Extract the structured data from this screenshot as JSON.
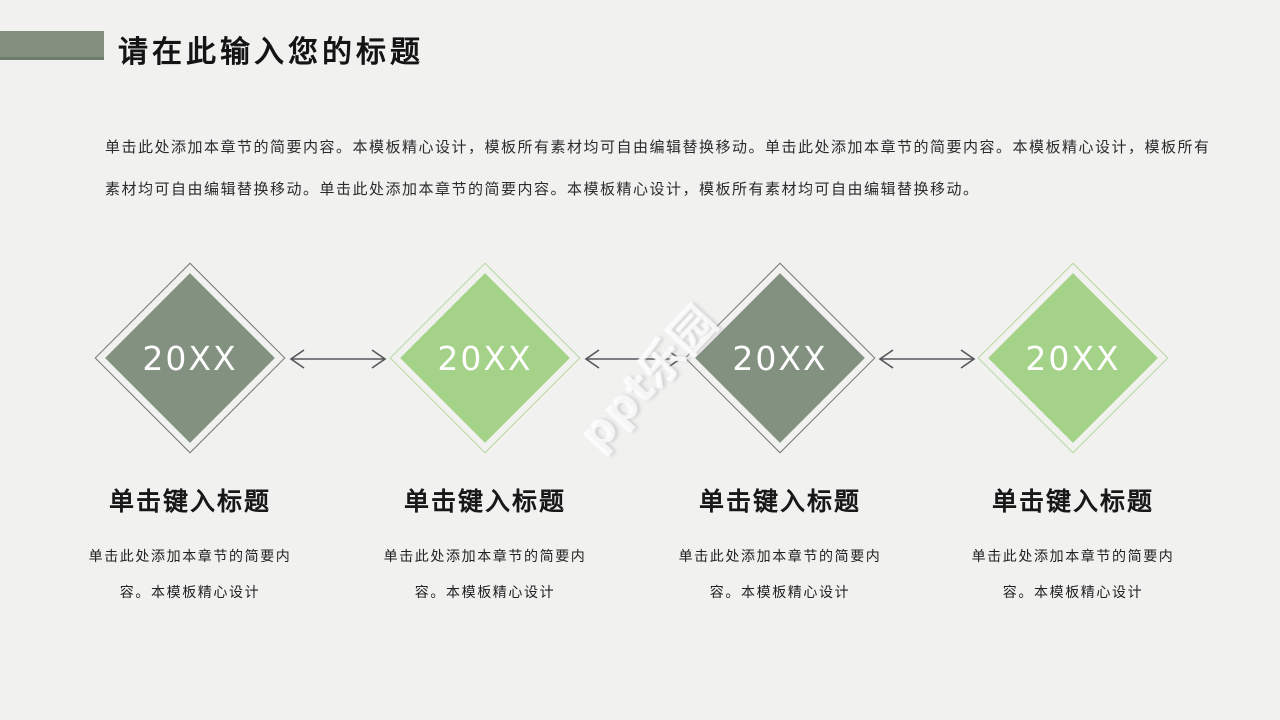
{
  "slide_title": "请在此输入您的标题",
  "intro_text": "单击此处添加本章节的简要内容。本模板精心设计，模板所有素材均可自由编辑替换移动。单击此处添加本章节的简要内容。本模板精心设计，模板所有素材均可自由编辑替换移动。单击此处添加本章节的简要内容。本模板精心设计，模板所有素材均可自由编辑替换移动。",
  "watermark_text": "ppt乐园",
  "milestones": [
    {
      "year": "20XX",
      "variant": "dark",
      "title": "单击键入标题",
      "desc": "单击此处添加本章节的简要内容。本模板精心设计"
    },
    {
      "year": "20XX",
      "variant": "light",
      "title": "单击键入标题",
      "desc": "单击此处添加本章节的简要内容。本模板精心设计"
    },
    {
      "year": "20XX",
      "variant": "dark",
      "title": "单击键入标题",
      "desc": "单击此处添加本章节的简要内容。本模板精心设计"
    },
    {
      "year": "20XX",
      "variant": "light",
      "title": "单击键入标题",
      "desc": "单击此处添加本章节的简要内容。本模板精心设计"
    }
  ],
  "colors": {
    "background": "#F1F1F0",
    "accent_bar": "#828F7E",
    "accent_bar_edge": "#6F7D6D",
    "diamond_dark_fill": "#839180",
    "diamond_light_fill": "#A5D289",
    "diamond_dark_outline": "#75796F",
    "diamond_light_outline": "#B7D8A0",
    "arrow": "#54575A",
    "title_text": "#141414",
    "body_text": "#2B2B2B",
    "year_text": "#FFFFFF"
  }
}
